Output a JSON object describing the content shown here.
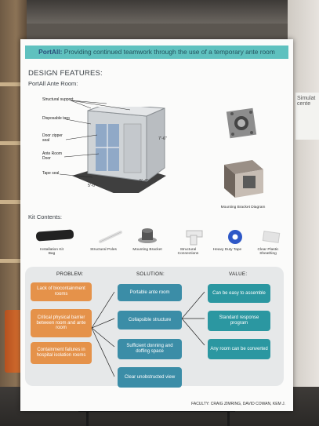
{
  "poster": {
    "title_brand": "PortAll:",
    "title_rest": " Providing continued teamwork through the use of a temporary ante room",
    "design_features": "DESIGN FEATURES:",
    "ante_room": "PortAll Ante Room:",
    "labels": {
      "structural_support": "Structural support",
      "disposable_tarp": "Disposable tarp",
      "door_zipper_seal": "Door zipper\nseal",
      "ante_room_door": "Ante Room\nDoor",
      "tape_seal": "Tape seal"
    },
    "dims": {
      "height": "7'-6\"",
      "width": "5'-4\"",
      "depth": "5'-0\""
    },
    "mounting_bracket_diagram": "Mounting Bracket Diagram",
    "kit_contents": "Kit Contents:",
    "kit_items": [
      "Installation Kit\nBag",
      "Structural Poles",
      "Mounting Bracket",
      "Structural\nConnections",
      "Heavy Duty Tape",
      "Clear Plastic\nSheathing"
    ],
    "problem_header": "PROBLEM:",
    "solution_header": "SOLUTION:",
    "value_header": "VALUE:",
    "problems": [
      "Lack of biocontainment rooms",
      "Critical physical barrier between room and ante room",
      "Containment failures in hospital isolation rooms"
    ],
    "solutions": [
      "Portable ante room",
      "Collapsible structure",
      "Sufficient donning and doffing space",
      "Clear unobstructed view"
    ],
    "values": [
      "Can be easy to assemble",
      "Standard response program",
      "Any room can be converted"
    ],
    "faculty": "FACULTY: CRAIG ZIMRING, DAVID COWAN, KEM J."
  },
  "side_sign": "Simulat\ncente"
}
